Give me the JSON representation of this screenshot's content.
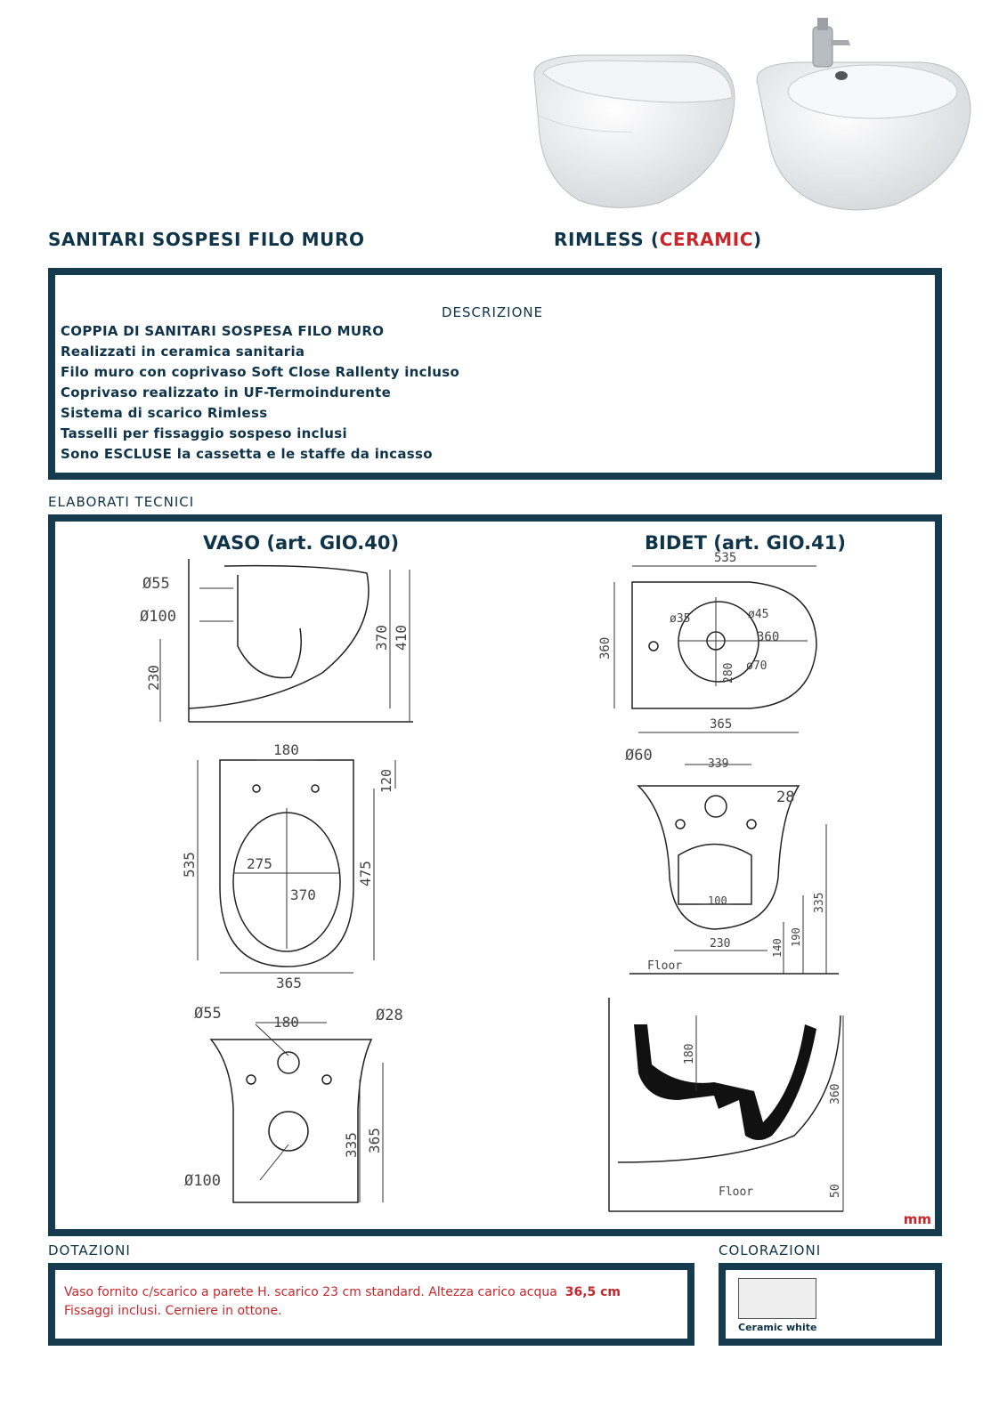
{
  "product_images": [
    {
      "name": "toilet-photo"
    },
    {
      "name": "bidet-photo"
    }
  ],
  "header": {
    "title": "SANITARI SOSPESI FILO MURO",
    "type_prefix": "RIMLESS (",
    "type_accent": "CERAMIC",
    "type_suffix": ")",
    "accent_color": "#c9262c",
    "navy_color": "#0f3348"
  },
  "description": {
    "heading": "DESCRIZIONE",
    "lines": [
      "COPPIA DI SANITARI SOSPESA FILO MURO",
      "Realizzati in ceramica sanitaria",
      "Filo muro con coprivaso Soft Close Rallenty incluso",
      "Coprivaso realizzato in UF-Termoindurente",
      "Sistema di scarico Rimless",
      "Tasselli per fissaggio sospeso inclusi",
      "Sono ESCLUSE la cassetta e le staffe da incasso"
    ]
  },
  "technical": {
    "label": "ELABORATI TECNICI",
    "vaso_title": "VASO (art. GIO.40)",
    "bidet_title": "BIDET (art. GIO.41)",
    "unit": "mm",
    "vaso_side": {
      "d1": "Ø55",
      "d2": "Ø100",
      "h1": "230",
      "h2": "370",
      "h3": "410"
    },
    "vaso_top": {
      "w1": "180",
      "h1": "120",
      "len": "535",
      "in_len": "475",
      "r1": "275",
      "r2": "370",
      "width": "365"
    },
    "vaso_back": {
      "d1": "Ø55",
      "d2": "Ø28",
      "d3": "Ø100",
      "w1": "180",
      "h1": "335",
      "h2": "365"
    },
    "bidet_top": {
      "len": "535",
      "w": "360",
      "d1": "ø35",
      "d2": "ø45",
      "d3": "ø70",
      "x1": "360",
      "y1": "280"
    },
    "bidet_back": {
      "width": "365",
      "d1": "Ø60",
      "w1": "339",
      "d2": "28",
      "w2": "100",
      "w3": "230",
      "h1": "140",
      "h2": "190",
      "h3": "335",
      "floor": "Floor"
    },
    "bidet_side": {
      "h1": "180",
      "h2": "360",
      "h3": "50",
      "floor": "Floor"
    }
  },
  "equipment": {
    "label": "DOTAZIONI",
    "line1": "Vaso fornito c/scarico a parete H. scarico 23 cm standard. Altezza carico acqua",
    "line1_value": "36,5 cm",
    "line2": "Fissaggi inclusi. Cerniere in ottone."
  },
  "colors": {
    "label": "COLORAZIONI",
    "swatch_name": "Ceramic white",
    "swatch_color": "#eeeeee"
  }
}
